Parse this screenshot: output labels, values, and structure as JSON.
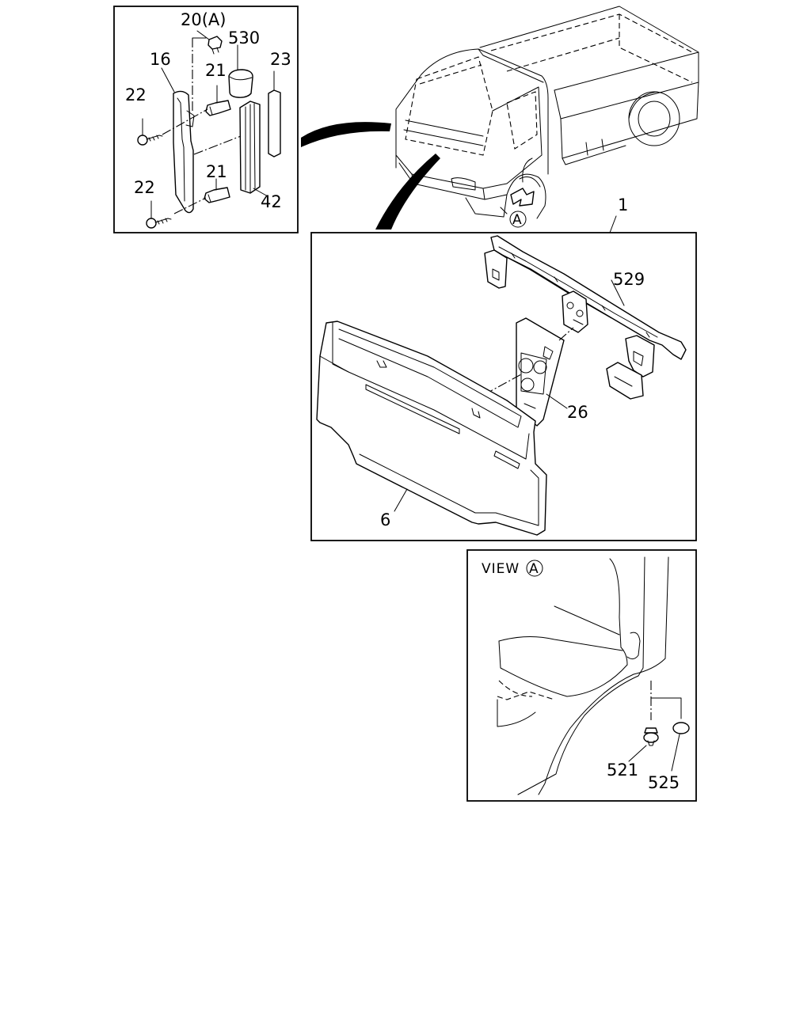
{
  "labels": {
    "p20a": "20(A)",
    "p530": "530",
    "p16": "16",
    "p21_top": "21",
    "p23": "23",
    "p22_top": "22",
    "p21_bottom": "21",
    "p22_bottom": "22",
    "p42": "42",
    "p1": "1",
    "p529": "529",
    "p26": "26",
    "p6": "6",
    "view_text": "VIEW",
    "view_ref": "A",
    "truck_ref": "A",
    "p521": "521",
    "p525": "525"
  }
}
